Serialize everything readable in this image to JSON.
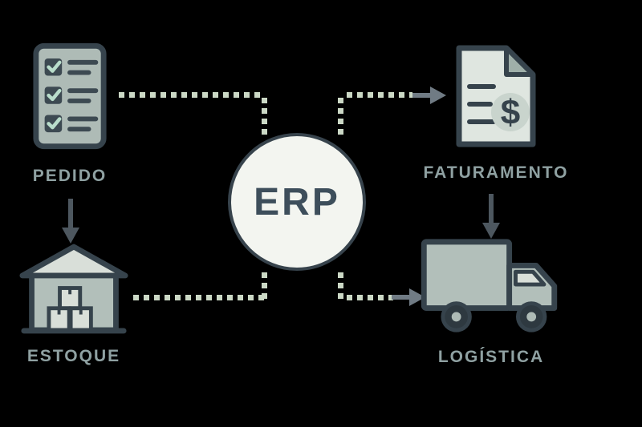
{
  "diagram": {
    "center_label": "ERP",
    "nodes": {
      "pedido": {
        "label": "PEDIDO",
        "icon": "checklist-icon"
      },
      "faturamento": {
        "label": "FATURAMENTO",
        "icon": "invoice-dollar-icon"
      },
      "estoque": {
        "label": "ESTOQUE",
        "icon": "warehouse-icon"
      },
      "logistica": {
        "label": "LOGÍSTICA",
        "icon": "truck-icon"
      }
    },
    "edges": [
      {
        "from": "pedido",
        "to": "erp",
        "style": "dotted"
      },
      {
        "from": "erp",
        "to": "faturamento",
        "style": "dotted-with-arrow"
      },
      {
        "from": "pedido",
        "to": "estoque",
        "style": "solid-down-arrow"
      },
      {
        "from": "estoque",
        "to": "erp",
        "style": "dotted"
      },
      {
        "from": "erp",
        "to": "logistica",
        "style": "dotted-with-arrow"
      },
      {
        "from": "faturamento",
        "to": "logistica",
        "style": "solid-down-arrow"
      }
    ],
    "colors": {
      "background": "#000000",
      "outline": "#37434c",
      "icon_fill": "#b2bfba",
      "icon_light": "#dbe1db",
      "label_text": "#8fa1a2",
      "dotted_line": "#cbd8c5",
      "erp_text": "#3d4e5b",
      "circle_fill": "#f3f5f0"
    }
  }
}
